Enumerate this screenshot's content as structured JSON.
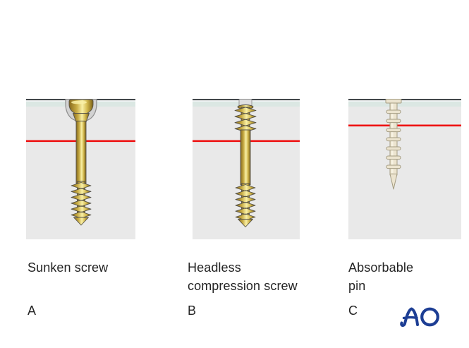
{
  "panels": [
    {
      "letter": "A",
      "caption_line1": "Sunken screw",
      "caption_line2": ""
    },
    {
      "letter": "B",
      "caption_line1": "Headless",
      "caption_line2": "compression screw"
    },
    {
      "letter": "C",
      "caption_line1": "Absorbable",
      "caption_line2": "pin"
    }
  ],
  "logo": {
    "text": "AO"
  },
  "colors": {
    "bg": "#ffffff",
    "bone": "#e9e9e9",
    "surface_dark": "#43484b",
    "surface_light": "#f8fafa",
    "mint": "#dbe7e3",
    "red": "#ee1212",
    "sink_fill": "#d2d2d2",
    "sink_stroke": "#8d8d8d",
    "slot_fill": "#e0e0e0",
    "slot_stroke": "#9a9a9a",
    "gold_edge": "#86691c",
    "gold_mid": "#c9ad45",
    "gold_hi": "#f9f0a6",
    "gold_mid2": "#d3b94e",
    "gold_dark": "#7a5f15",
    "gold_outline": "#55524a",
    "pin_fill": "#ece4cf",
    "pin_hi": "#f7f2e2",
    "pin_stroke": "#a49c82",
    "ao_blue": "#1d3e94",
    "text": "#242424"
  }
}
